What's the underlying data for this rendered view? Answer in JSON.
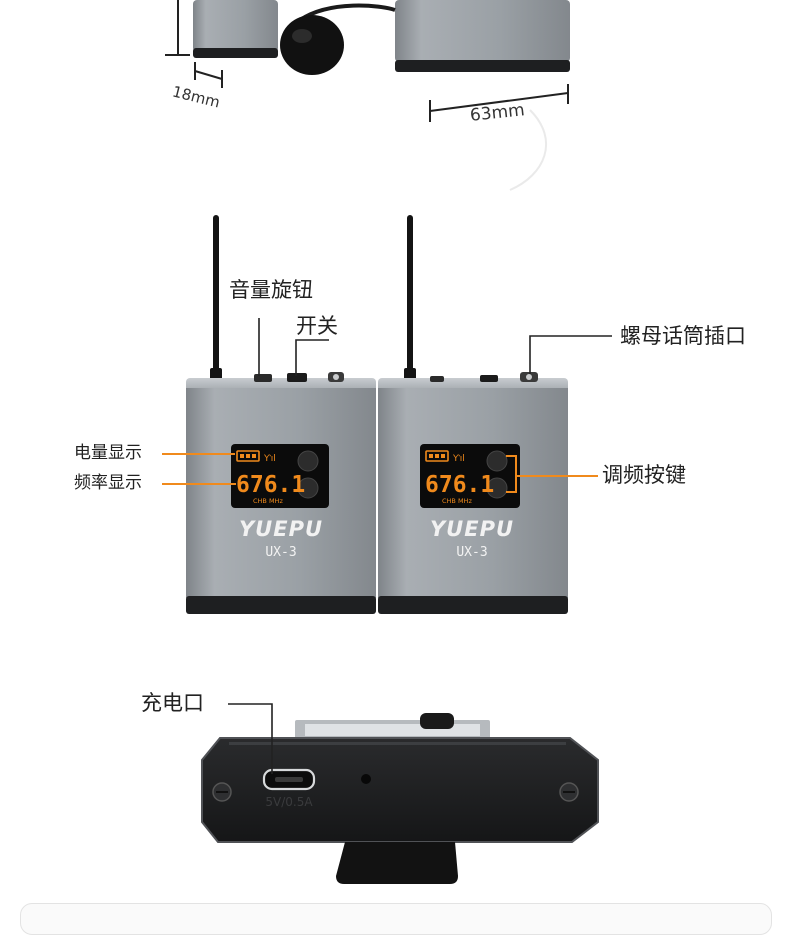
{
  "dimensions": {
    "thickness": "18mm",
    "width": "63mm"
  },
  "front_labels": {
    "volume_knob": "音量旋钮",
    "power_switch": "开关",
    "mic_jack": "螺母话筒插口",
    "battery_display": "电量显示",
    "frequency_display": "频率显示",
    "tuning_buttons": "调频按键"
  },
  "device": {
    "brand": "YUEPU",
    "model": "UX-3",
    "frequency_left": "676.1",
    "frequency_right": "676.1",
    "channel_text": "CHB MHz"
  },
  "bottom_view": {
    "charge_port_label": "充电口",
    "port_print": "5V/0.5A"
  },
  "colors": {
    "accent": "#f08a1c",
    "body_silver": "#9ea3a8",
    "dark": "#1e1f21",
    "display": "#0b0b0b"
  }
}
